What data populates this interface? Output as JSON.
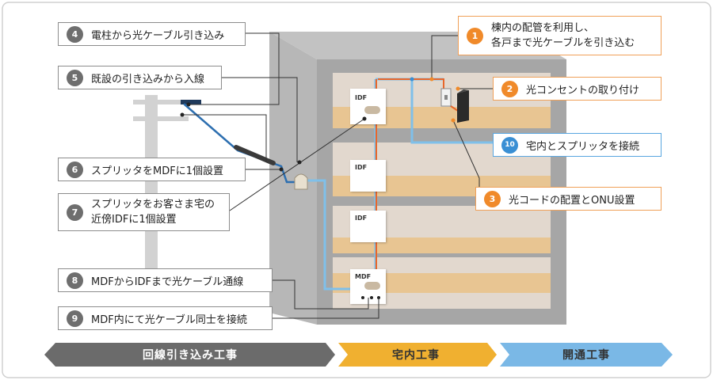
{
  "callouts": {
    "c1": {
      "num": "1",
      "line1": "棟内の配管を利用し、",
      "line2": "各戸まで光ケーブルを引き込む"
    },
    "c2": {
      "num": "2",
      "text": "光コンセントの取り付け"
    },
    "c3": {
      "num": "3",
      "text": "光コードの配置とONU設置"
    },
    "c4": {
      "num": "4",
      "text": "電柱から光ケーブル引き込み"
    },
    "c5": {
      "num": "5",
      "text": "既設の引き込みから入線"
    },
    "c6": {
      "num": "6",
      "text": "スプリッタをMDFに1個設置"
    },
    "c7": {
      "num": "7",
      "line1": "スプリッタをお客さま宅の",
      "line2": "近傍IDFに1個設置"
    },
    "c8": {
      "num": "8",
      "text": "MDFからIDFまで光ケーブル通線"
    },
    "c9": {
      "num": "9",
      "text": "MDF内にて光ケーブル同士を接続"
    },
    "c10": {
      "num": "10",
      "text": "宅内とスプリッタを接続"
    }
  },
  "boxes": {
    "idf1": "IDF",
    "idf2": "IDF",
    "idf3": "IDF",
    "mdf": "MDF"
  },
  "phases": {
    "p1": "回線引き込み工事",
    "p2": "宅内工事",
    "p3": "開通工事"
  },
  "colors": {
    "gray": "#6e6e6e",
    "orange": "#f08a2a",
    "blue": "#3a8fd4",
    "phase1": "#6b6b6b",
    "phase2": "#f0b030",
    "phase3": "#7ab8e6"
  }
}
